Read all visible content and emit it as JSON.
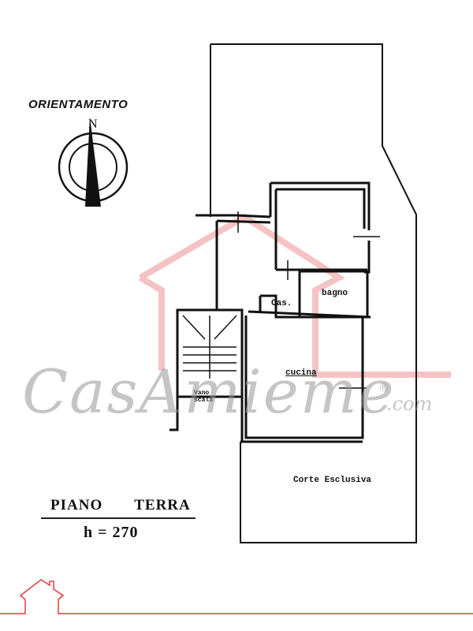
{
  "orientation": {
    "title": "ORIENTAMENTO",
    "north_label": "N",
    "icon": "compass-north-arrow-icon"
  },
  "rooms": {
    "cas": "Cas.",
    "bagno": "bagno",
    "cucina": "cucina",
    "stair_label": "Vano scala",
    "corte": "Corte Esclusiva"
  },
  "floor": {
    "name_left": "PIANO",
    "name_right": "TERRA",
    "height": "h = 270"
  },
  "watermark": {
    "brand": "CasAmieme",
    "suffix": ".com",
    "registered": "®",
    "color": "#e8a0a0"
  },
  "footer": {
    "icon": "house-outline-icon",
    "line_color": "#e83a3a"
  }
}
